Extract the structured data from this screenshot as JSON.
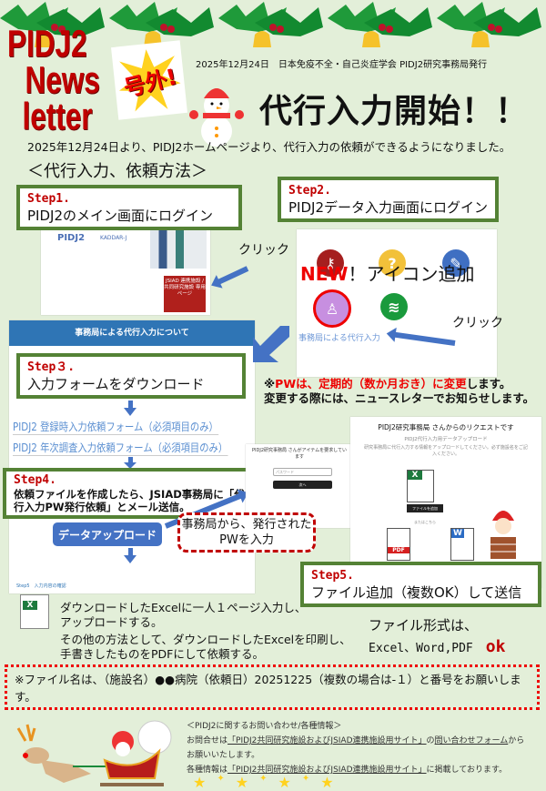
{
  "masthead": {
    "line1": "PIDJ2",
    "line2": "News",
    "line3": "letter",
    "badge": "号外!"
  },
  "issue_line": "2025年12月24日　日本免疫不全・自己炎症学会 PIDJ2研究事務局発行",
  "headline": "代行入力開始！！",
  "intro": "2025年12月24日より、PIDJ2ホームページより、代行入力の依頼ができるようになりました。",
  "section_title": "＜代行入力、依頼方法＞",
  "steps": [
    {
      "label": "Step1.",
      "text": "PIDJ2のメイン画面にログイン"
    },
    {
      "label": "Step2.",
      "text": "PIDJ2データ入力画面にログイン"
    },
    {
      "label": "Step３.",
      "text": "入力フォームをダウンロード"
    },
    {
      "label": "Step4.",
      "text": "依頼ファイルを作成したら、JSIAD事務局に「代行入力PW発行依頼」とメール送信。"
    },
    {
      "label": "Step5.",
      "text": "ファイル追加（複数OK）して送信"
    }
  ],
  "screens": {
    "main_logo": "PIDJ2",
    "main_logo2": "KADDAR-J",
    "jsiad_button": "JSIAD 連携施設 / 共同研究施設 専用ページ",
    "proxy_header": "事務局による代行入力について",
    "icon_link": "事務局による代行入力",
    "form1": "PIDJ2 登録時入力依頼フォーム（必須項目のみ）",
    "form2": "PIDJ2 年次調査入力依頼フォーム（必須項目のみ）",
    "upload_button": "データアップロード",
    "pw_title": "PIDJ2研究事務局 さんがアイテムを要求しています",
    "pw_placeholder": "パスワード",
    "pw_next": "次へ",
    "req_title": "PIDJ2研究事務局 さんからのリクエストです",
    "req_sub": "PIDJ2代行入力用データアップロード",
    "req_desc": "研究事務局に代行入力する情報をアップロードしてください。必ず施設名をご記入ください。",
    "add_file": "ファイルを追加",
    "or_here": "またはこちら",
    "step5_small": "Step5　入力内容の確認"
  },
  "click_label": "クリック",
  "new_icon": {
    "new": "NEW",
    "text": "！アイコン追加"
  },
  "pw_note": {
    "prefix": "※",
    "red": "PWは、定期的（数か月おき）に変更",
    "suffix": "します。",
    "line2": "変更する際には、ニュースレターでお知らせします。"
  },
  "callout": {
    "line1": "事務局から、発行された",
    "line2": "PWを入力"
  },
  "instructions": [
    "ダウンロードしたExcelに一人１ページ入力し、",
    "アップロードする。",
    "その他の方法として、ダウンロードしたExcelを印刷し、",
    "手書きしたものをPDFにして依頼する。"
  ],
  "formats": {
    "label": "ファイル形式は、",
    "list": "Excel、Word,PDF",
    "ok": "ok"
  },
  "filename_note": "※ファイル名は、（施設名）●●病院（依頼日）20251225（複数の場合は-１）と番号をお願いします。",
  "footer": {
    "heading": "＜PIDJ2に関するお問い合わせ/各種情報＞",
    "l1a": "お問合せは",
    "link1": "「PIDJ2共同研究施設およびJSIAD連携施設用サイト」",
    "l1b": "の",
    "link2": "問い合わせフォーム",
    "l1c": "から",
    "l2": "お願いいたします。",
    "l3a": "各種情報は",
    "link3": "「PIDJ2共同研究施設およびJSIAD連携施設用サイト」",
    "l3b": "に掲載しております。"
  },
  "colors": {
    "background": "#e3efd9",
    "accent_red": "#c00000",
    "box_green": "#548235",
    "blue": "#4472c4"
  }
}
